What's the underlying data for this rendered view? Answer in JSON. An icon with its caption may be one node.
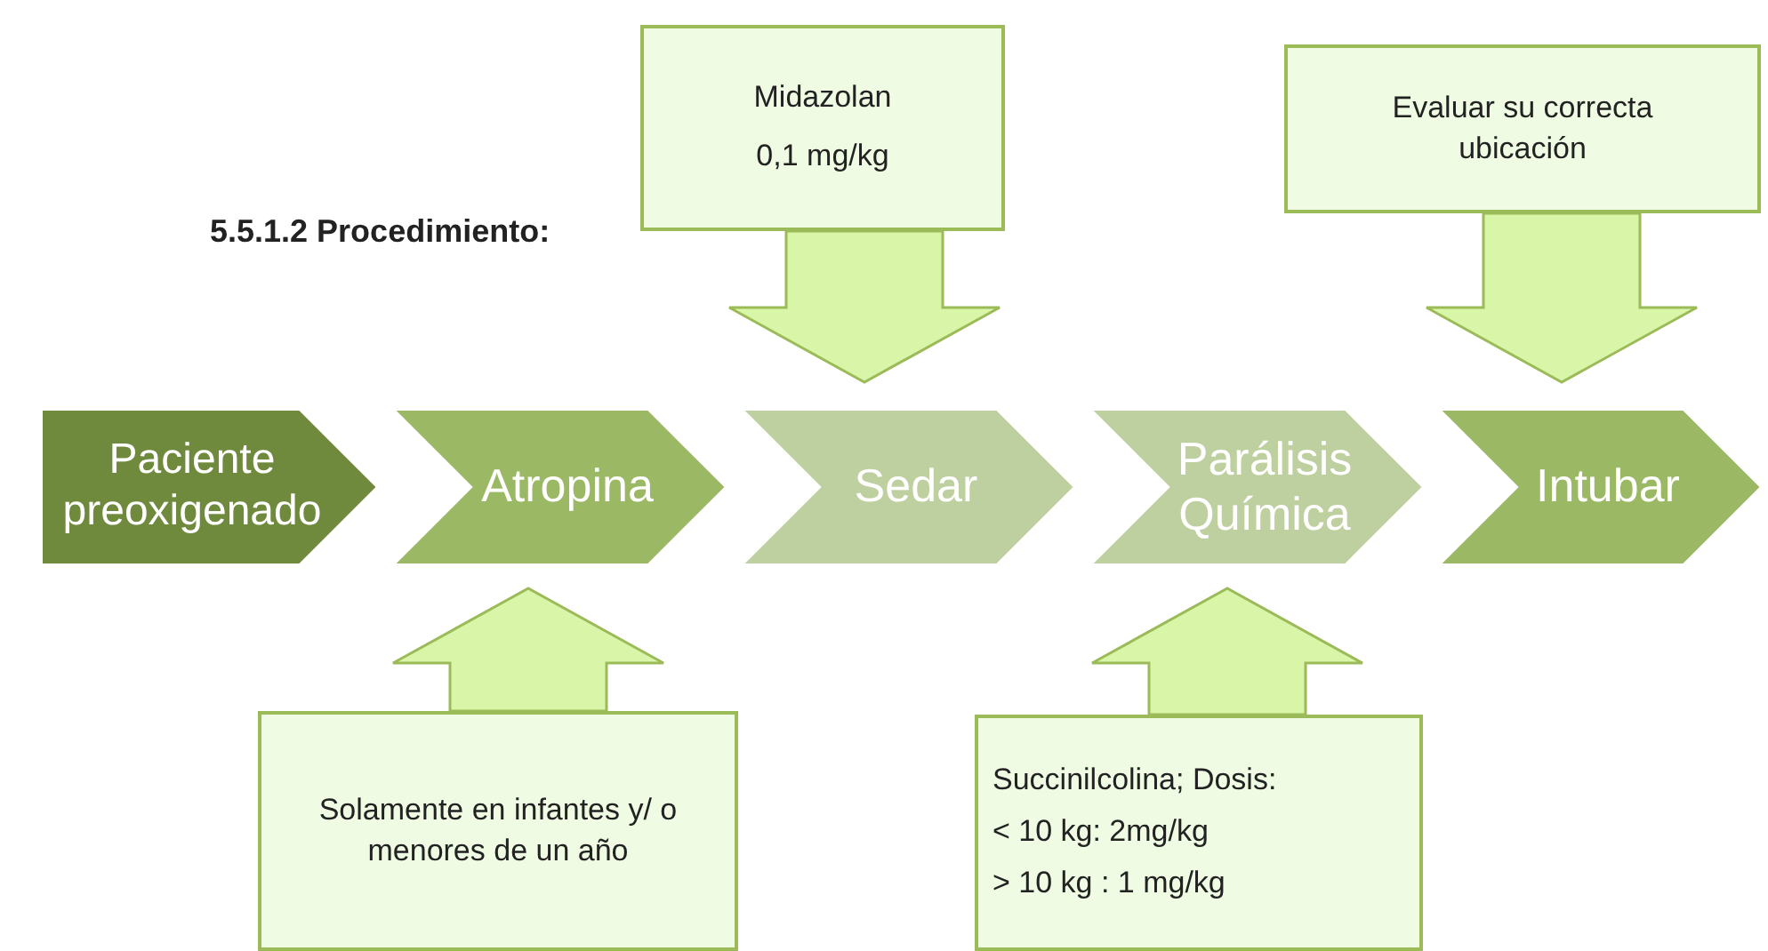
{
  "diagram": {
    "nodes": [
      {
        "text": [
          "Paciente preoxigenado"
        ]
      },
      {
        "text": [
          "Atropina"
        ]
      },
      {
        "text": [
          "Sedar"
        ]
      },
      {
        "text": [
          "Parálisis Química"
        ]
      },
      {
        "text": [
          "Intubar"
        ]
      },
      {
        "text": [
          "Midazolan",
          "0,1 mg/kg"
        ]
      },
      {
        "text": [
          "Evaluar su correcta ubicación"
        ]
      },
      {
        "text": [
          "Solamente en infantes y/ o menores de un año"
        ]
      },
      {
        "text": [
          "Succinilcolina; Dosis:",
          "< 10 kg: 2mg/kg",
          "> 10 kg : 1 mg/kg"
        ]
      }
    ],
    "edges": [
      {
        "from": 5,
        "to": 2,
        "arrow": "to"
      },
      {
        "from": 6,
        "to": 4,
        "arrow": "to"
      },
      {
        "from": 7,
        "to": 1,
        "arrow": "to"
      },
      {
        "from": 8,
        "to": 3,
        "arrow": "to"
      }
    ],
    "labels": [
      "5.5.1.2 Procedimiento:"
    ]
  }
}
